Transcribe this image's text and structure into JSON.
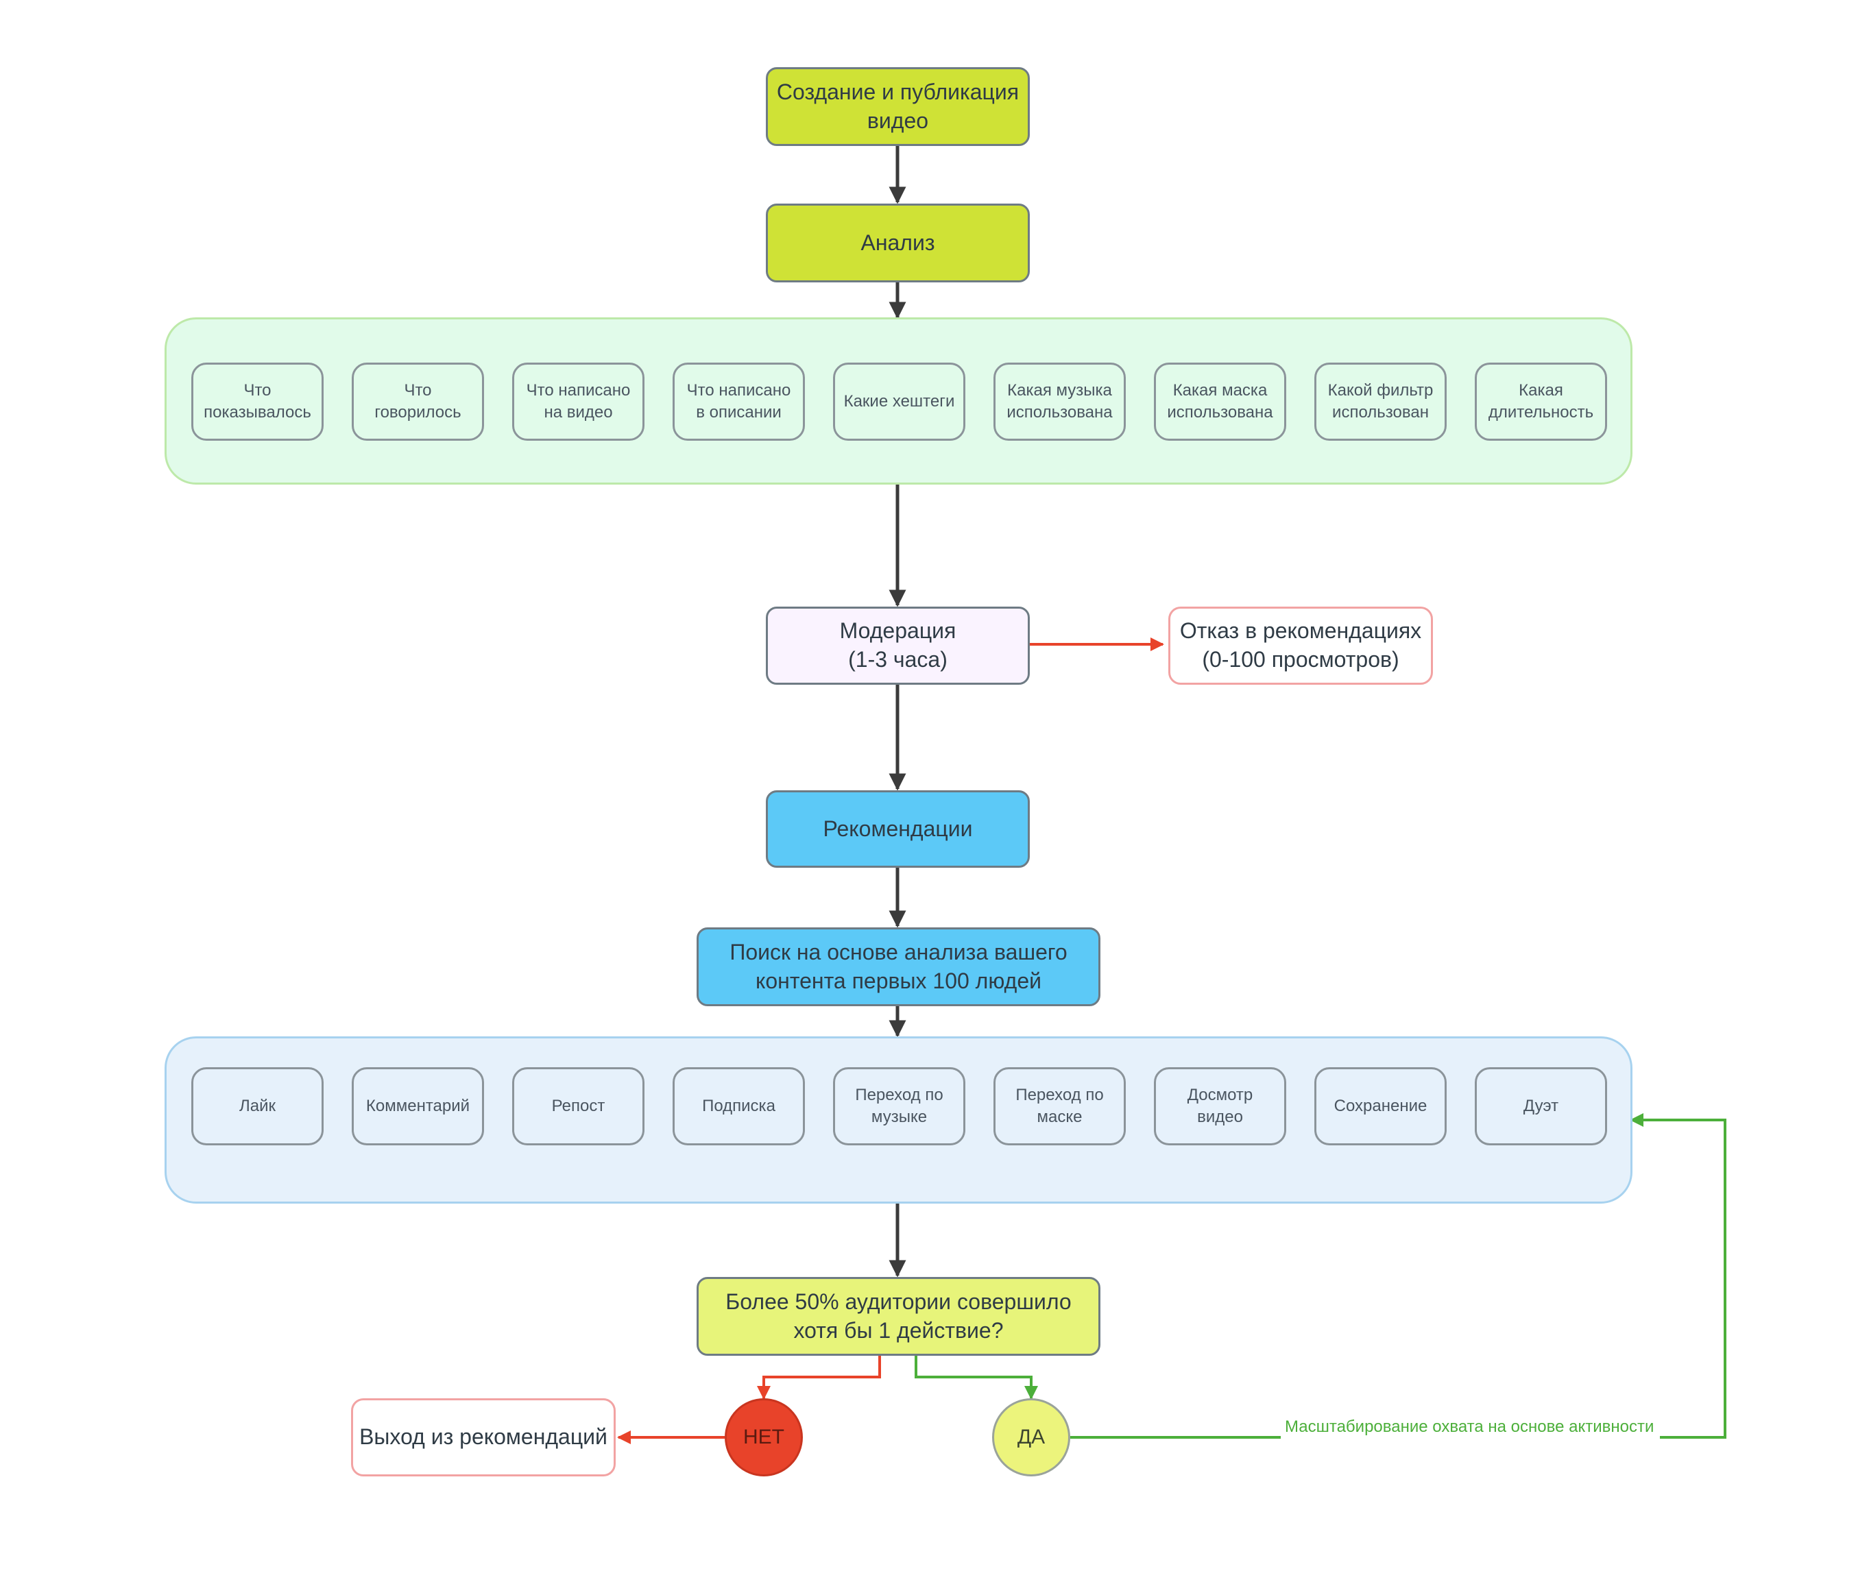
{
  "nodes": {
    "create": "Создание и публикация\nвидео",
    "analysis": "Анализ",
    "moderation": "Модерация\n(1-3 часа)",
    "reject": "Отказ в рекомендациях\n(0-100 просмотров)",
    "recommendations": "Рекомендации",
    "search": "Поиск на основе анализа вашего\nконтента первых 100 людей",
    "question": "Более 50% аудитории совершило\nхотя бы 1 действие?",
    "exit": "Выход из рекомендаций",
    "no": "НЕТ",
    "yes": "ДА"
  },
  "analysis_items": [
    "Что\nпоказывалось",
    "Что\nговорилось",
    "Что написано\nна видео",
    "Что написано\nв описании",
    "Какие хештеги",
    "Какая музыка\nиспользована",
    "Какая маска\nиспользована",
    "Какой фильтр\nиспользован",
    "Какая\nдлительность"
  ],
  "action_items": [
    "Лайк",
    "Комментарий",
    "Репост",
    "Подписка",
    "Переход по\nмузыке",
    "Переход по\nмаске",
    "Досмотр\nвидео",
    "Сохранение",
    "Дуэт"
  ],
  "loop_label": "Масштабирование охвата на основе активности",
  "colors": {
    "arrow": "#3b3b3b",
    "red_arrow": "#e8432a",
    "green_arrow": "#4caf3a"
  }
}
